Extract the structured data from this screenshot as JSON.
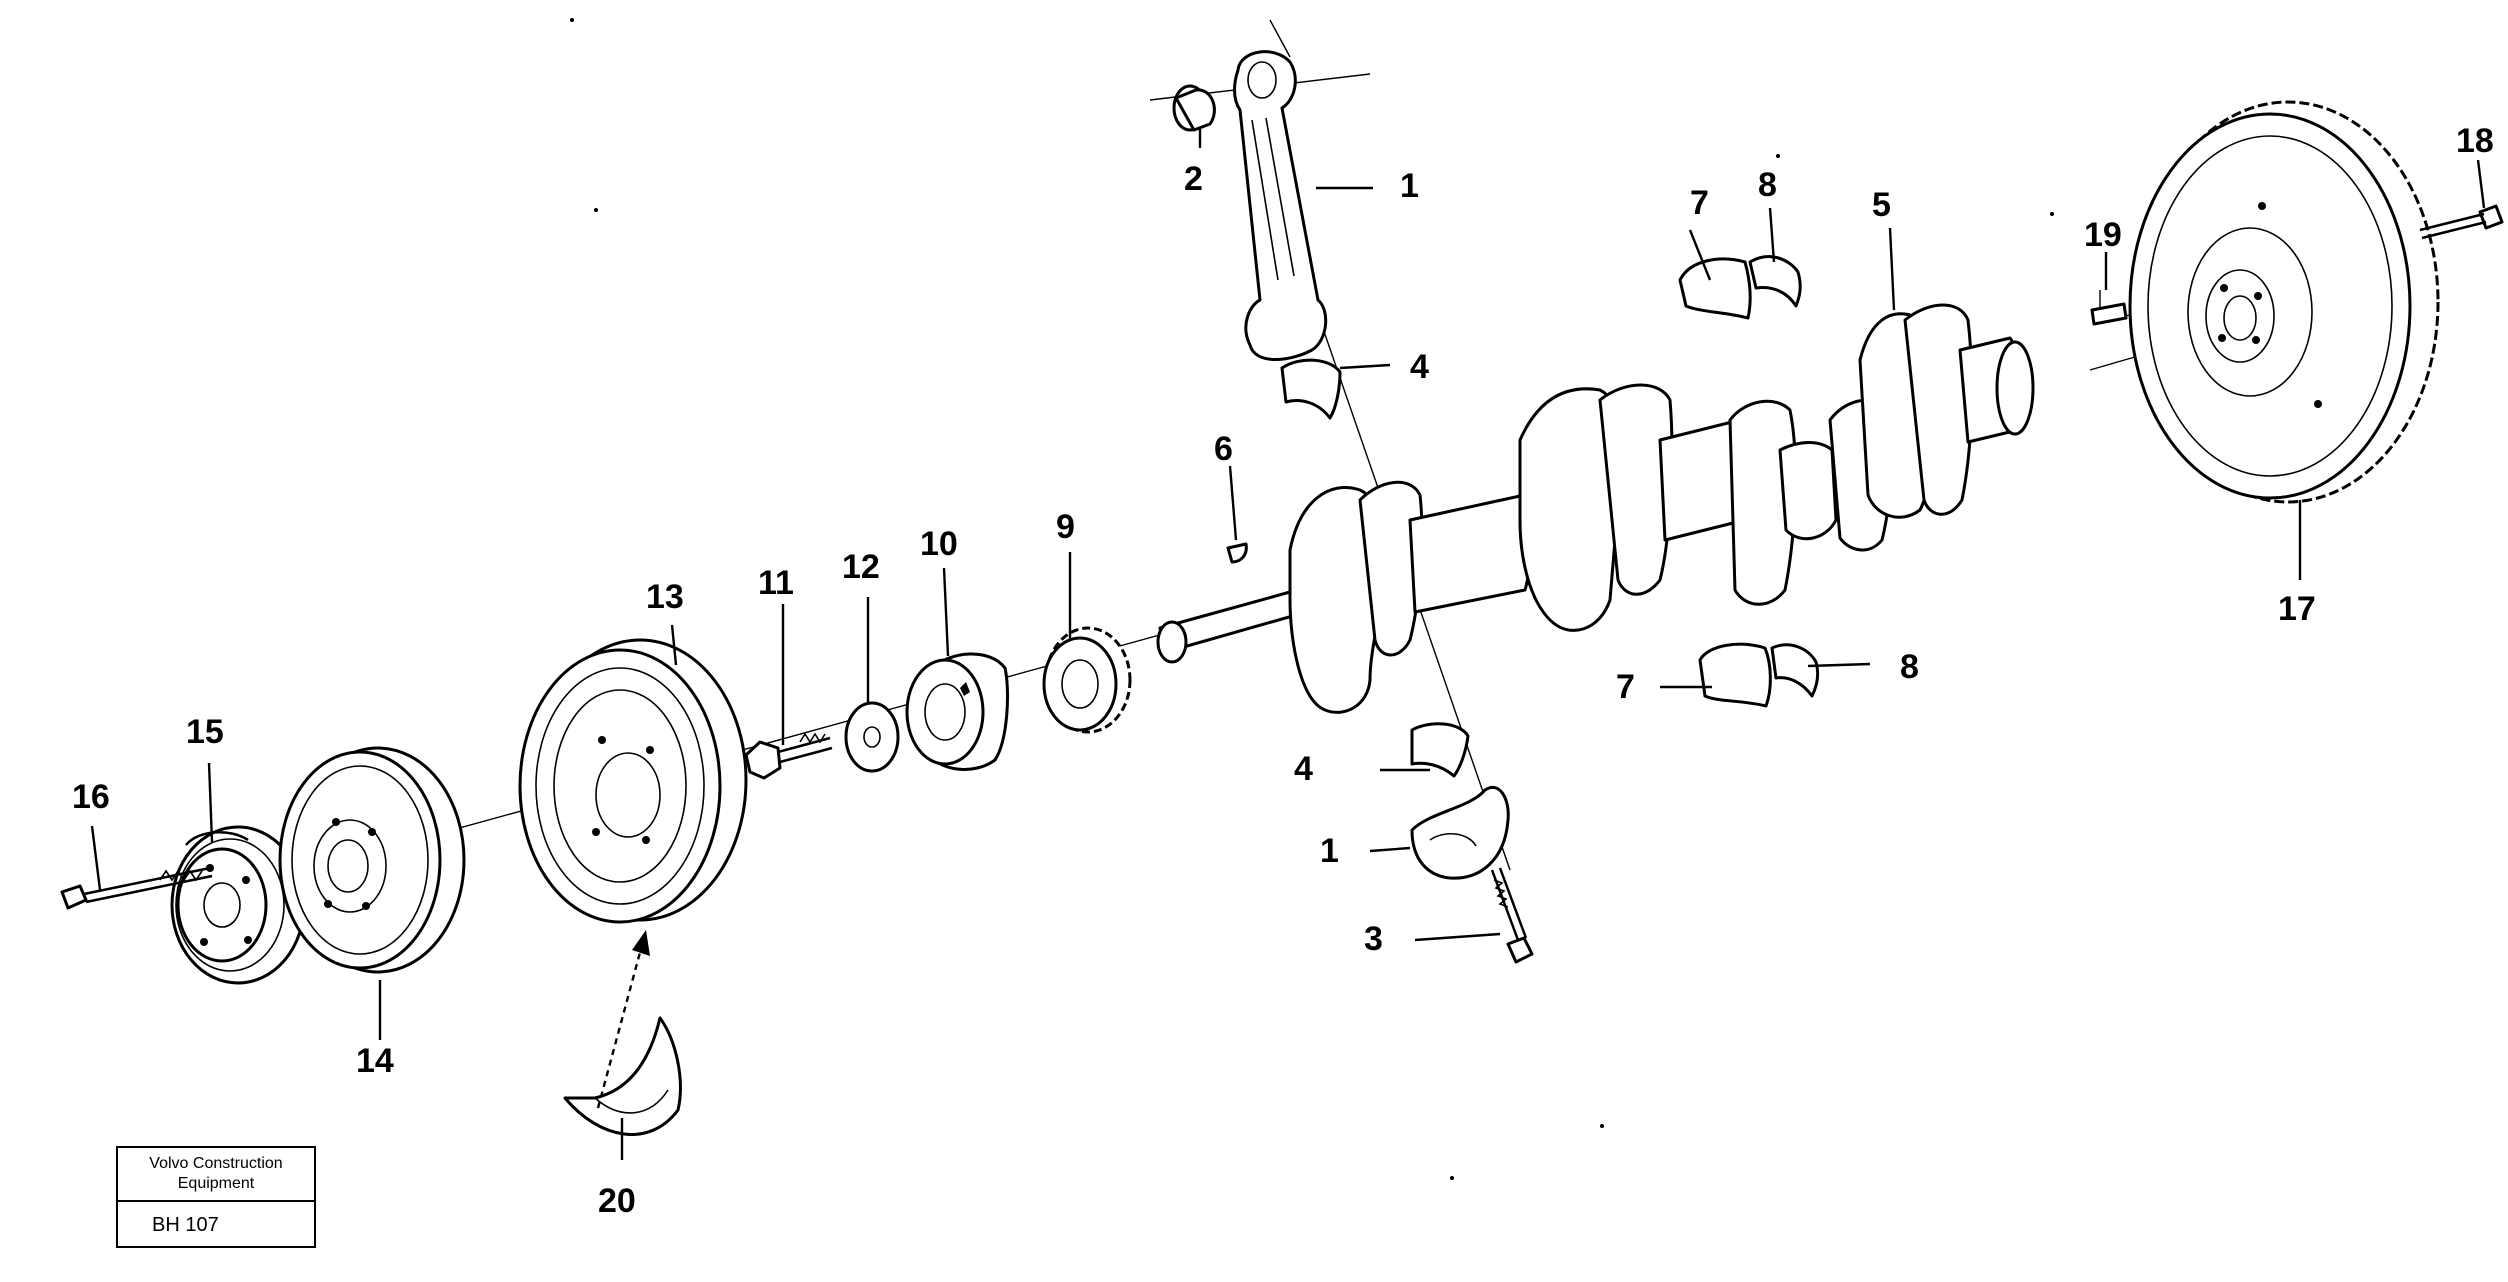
{
  "labels": {
    "p1a": "1",
    "p1b": "1",
    "p2": "2",
    "p3": "3",
    "p4a": "4",
    "p4b": "4",
    "p5": "5",
    "p6": "6",
    "p7a": "7",
    "p7b": "7",
    "p8a": "8",
    "p8b": "8",
    "p9": "9",
    "p10": "10",
    "p11": "11",
    "p12": "12",
    "p13": "13",
    "p14": "14",
    "p15": "15",
    "p16": "16",
    "p17": "17",
    "p18": "18",
    "p19": "19",
    "p20": "20"
  },
  "title_block": {
    "company_line1": "Volvo Construction",
    "company_line2": "Equipment",
    "code": "BH 107"
  }
}
